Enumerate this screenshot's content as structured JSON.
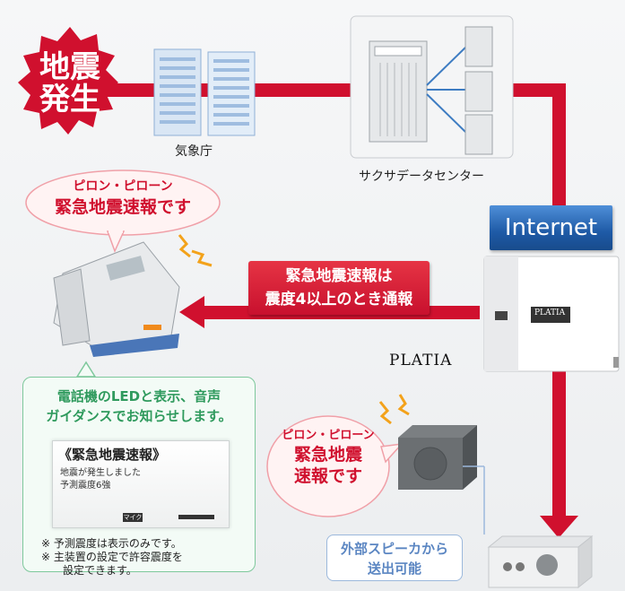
{
  "quake_badge": {
    "line1": "地震",
    "line2": "発生"
  },
  "jma_label": "気象庁",
  "datacenter_label": "サクサデータセンター",
  "internet_label": "Internet",
  "phone_bubble": {
    "small": "ピロン・ピローン",
    "big": "緊急地震速報です"
  },
  "red_label": {
    "line1": "緊急地震速報は",
    "line2": "震度4以上のとき通報"
  },
  "platia_label": "PLATIA",
  "unit_brand": "PLATIA",
  "info_box": {
    "title_line1": "電話機のLEDと表示、音声",
    "title_line2": "ガイダンスでお知らせします。",
    "lcd_head": "《緊急地震速報》",
    "lcd_line1": "地震が発生しました",
    "lcd_line2": "予測震度6強",
    "lcd_softkey": "マイク",
    "notes": [
      {
        "mark": "※",
        "text": "予測震度は表示のみです。"
      },
      {
        "mark": "※",
        "text": "主装置の設定で許容震度を"
      },
      {
        "mark": "",
        "text": "設定できます。"
      }
    ]
  },
  "speaker_bubble": {
    "small": "ピロン・ピローン",
    "big1": "緊急地震",
    "big2": "速報です"
  },
  "speaker_label": {
    "line1": "外部スピーカから",
    "line2": "送出可能"
  },
  "colors": {
    "red_line": "#d0102e",
    "blue": "#1e5aa6",
    "green": "#2f9a5d",
    "pink_border": "#f0a0a8"
  }
}
